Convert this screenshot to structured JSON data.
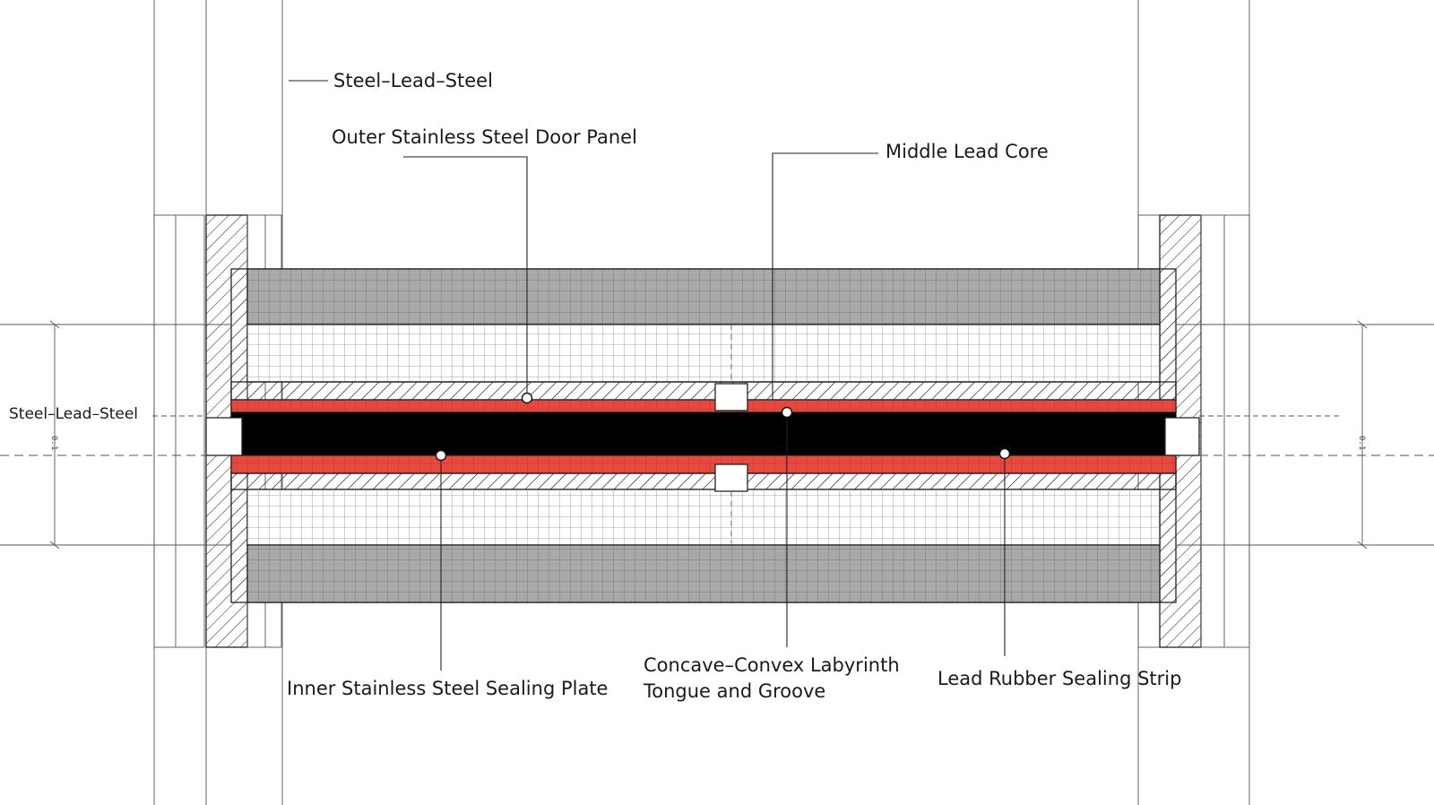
{
  "labels": {
    "steel_lead_steel_top": "Steel–Lead–Steel",
    "outer_panel": "Outer Stainless Steel Door Panel",
    "middle_core": "Middle Lead Core",
    "steel_lead_steel_left": "Steel–Lead–Steel",
    "inner_plate": "Inner Stainless Steel Sealing Plate",
    "labyrinth_line1": "Concave–Convex Labyrinth",
    "labyrinth_line2": "Tongue and Groove",
    "rubber_strip": "Lead Rubber Sealing Strip",
    "dim_left": "0.1",
    "dim_right": "0.1"
  },
  "colors": {
    "lead_core": "#000000",
    "lead_rubber": "#e8493f",
    "grey_band": "#aaaaaa",
    "line": "#222222"
  }
}
